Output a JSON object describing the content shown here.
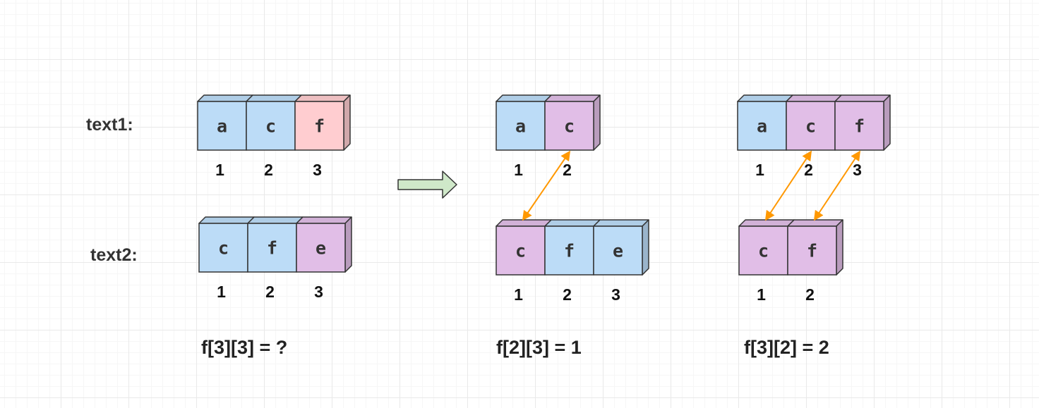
{
  "colors": {
    "blue": "#bcdcf7",
    "pink": "#ffcdd0",
    "purple": "#e1bee7",
    "border": "#333333",
    "arrow_link": "#ff9800",
    "arrow_main": "#cfe8c9"
  },
  "labels": {
    "text1": "text1:",
    "text2": "text2:"
  },
  "panels": [
    {
      "id": "initial",
      "formula": "f[3][3] = ?",
      "text1": [
        {
          "char": "a",
          "index": "1",
          "color": "blue"
        },
        {
          "char": "c",
          "index": "2",
          "color": "blue"
        },
        {
          "char": "f",
          "index": "3",
          "color": "pink"
        }
      ],
      "text2": [
        {
          "char": "c",
          "index": "1",
          "color": "blue"
        },
        {
          "char": "f",
          "index": "2",
          "color": "blue"
        },
        {
          "char": "e",
          "index": "3",
          "color": "purple"
        }
      ],
      "links": []
    },
    {
      "id": "case-a",
      "formula": "f[2][3] = 1",
      "text1": [
        {
          "char": "a",
          "index": "1",
          "color": "blue"
        },
        {
          "char": "c",
          "index": "2",
          "color": "purple"
        }
      ],
      "text2": [
        {
          "char": "c",
          "index": "1",
          "color": "purple"
        },
        {
          "char": "f",
          "index": "2",
          "color": "blue"
        },
        {
          "char": "e",
          "index": "3",
          "color": "blue"
        }
      ],
      "links": [
        {
          "from": 1,
          "to": 0
        }
      ]
    },
    {
      "id": "case-b",
      "formula": "f[3][2] = 2",
      "text1": [
        {
          "char": "a",
          "index": "1",
          "color": "blue"
        },
        {
          "char": "c",
          "index": "2",
          "color": "purple"
        },
        {
          "char": "f",
          "index": "3",
          "color": "purple"
        }
      ],
      "text2": [
        {
          "char": "c",
          "index": "1",
          "color": "purple"
        },
        {
          "char": "f",
          "index": "2",
          "color": "purple"
        }
      ],
      "links": [
        {
          "from": 1,
          "to": 0
        },
        {
          "from": 2,
          "to": 1
        }
      ]
    }
  ]
}
